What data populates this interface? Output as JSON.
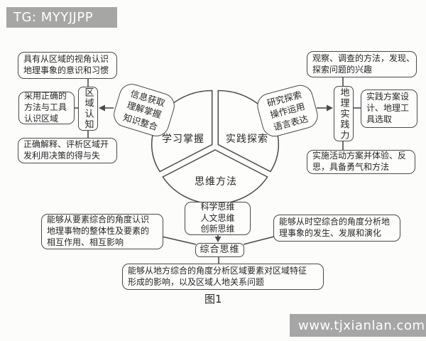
{
  "watermarks": {
    "top": "TG: MYYJJPP",
    "bottom": "www.tjxianlan.com"
  },
  "caption": "图1",
  "colors": {
    "line": "#4a4a4a",
    "text": "#262626",
    "background": "#fcfcfb",
    "node_bg": "#fdfdfc",
    "watermark_bg": "#a6a6a6",
    "watermark_text": "#ffffff"
  },
  "circle": {
    "sectors": [
      {
        "label": "学习掌握"
      },
      {
        "label": "实践探索"
      },
      {
        "label": "思维方法"
      }
    ]
  },
  "nodes": {
    "regional_habit": {
      "lines": [
        "具有从区域的视角认识",
        "地理事象的意识和习惯"
      ]
    },
    "methods_tools": {
      "lines": [
        "采用正确的",
        "方法与工具",
        "认识区域"
      ]
    },
    "regional_cognition": {
      "label": "区域认知"
    },
    "evaluate_decisions": {
      "lines": [
        "正确解释、评析区域开",
        "发利用决策的得与失"
      ]
    },
    "info_acquisition": {
      "lines": [
        "信息获取",
        "理解掌握",
        "知识整合"
      ]
    },
    "observe_survey": {
      "lines": [
        "观察、调查的方法，发现、",
        "探索问题的兴趣"
      ]
    },
    "practice_ability": {
      "label": "地理实践力"
    },
    "plan_design": {
      "lines": [
        "实践方案设",
        "计、地理工",
        "具选取"
      ]
    },
    "research_explore": {
      "lines": [
        "研究探索",
        "操作运用",
        "语言表达"
      ]
    },
    "implement_plan": {
      "lines": [
        "实施活动方案并体验、反",
        "思，具备勇气和方法"
      ]
    },
    "three_thinkings": {
      "lines": [
        "科学思维",
        "人文思维",
        "创新思维"
      ]
    },
    "comprehensive": {
      "label": "综合思维"
    },
    "element_angle": {
      "lines": [
        "能够从要素综合的角度认识",
        "地理事物的整体性及要素的",
        "相互作用、相互影响"
      ]
    },
    "spacetime_angle": {
      "lines": [
        "能够从时空综合的角度分析地",
        "理事象的发生、发展和演化"
      ]
    },
    "local_angle": {
      "lines": [
        "能够从地方综合的角度分析区域要素对区域特征",
        "形成的影响，以及区域人地关系问题"
      ]
    }
  }
}
